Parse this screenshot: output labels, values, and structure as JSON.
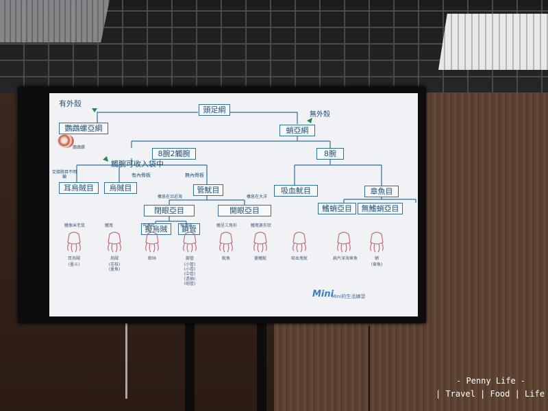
{
  "chart": {
    "root": "頭足綱",
    "shell_outer": "有外殼",
    "shell_none": "無外殼",
    "nautilus": "鸚鵡螺亞綱",
    "nautilus_caption": "鸚鵡螺",
    "coleoidea": "蛸亞綱",
    "decabrachia": "8腕2觸腕",
    "octobrachia": "8腕",
    "pouch_note": "觸腕可收入袋中",
    "sepiolid_note": "交接腕目不明顯",
    "inner_shell": "有內骨板",
    "no_inner_shell": "無內骨板",
    "ear_squid": "耳烏賊目",
    "cuttlefish_order": "烏賊目",
    "squid_order": "管魷目",
    "coastal_note": "棲息在沿近海",
    "ocean_note": "棲息在大洋",
    "closed_eye": "閉眼亞目",
    "open_eye": "開眼亞目",
    "sepioteuthis": "擬烏賊",
    "loligo": "鎖管",
    "vampire": "吸血魷目",
    "octopus_order": "章魚目",
    "cirrate": "鰭蛸亞目",
    "incirrate": "無鰭蛸亞目",
    "logo": "Mini",
    "credit": "Mini的生活練習",
    "animals": [
      {
        "top": "鰭像米老鼠",
        "name": "耳烏賊",
        "sub": "(墨斗)"
      },
      {
        "top": "鰭寬",
        "name": "烏賊",
        "sub": "(花枝)\n(墨魚)"
      },
      {
        "top": "有連接",
        "name": "軟絲",
        "sub": ""
      },
      {
        "top": "無連接",
        "name": "鎖管",
        "sub": "(小管)\n(小卷)\n(中卷)\n(透抽)\n(砲管)"
      },
      {
        "top": "鰭呈三角形",
        "name": "魷魚",
        "sub": ""
      },
      {
        "top": "鰭寬菱形狀",
        "name": "菱鰭魷",
        "sub": ""
      },
      {
        "top": "",
        "name": "吸血鬼魷",
        "sub": ""
      },
      {
        "top": "",
        "name": "扁片深海章魚",
        "sub": ""
      },
      {
        "top": "",
        "name": "蛸",
        "sub": "(章魚)"
      }
    ]
  },
  "watermark": {
    "line1": "- Penny Life -",
    "line2": "| Travel | Food | Life |"
  }
}
